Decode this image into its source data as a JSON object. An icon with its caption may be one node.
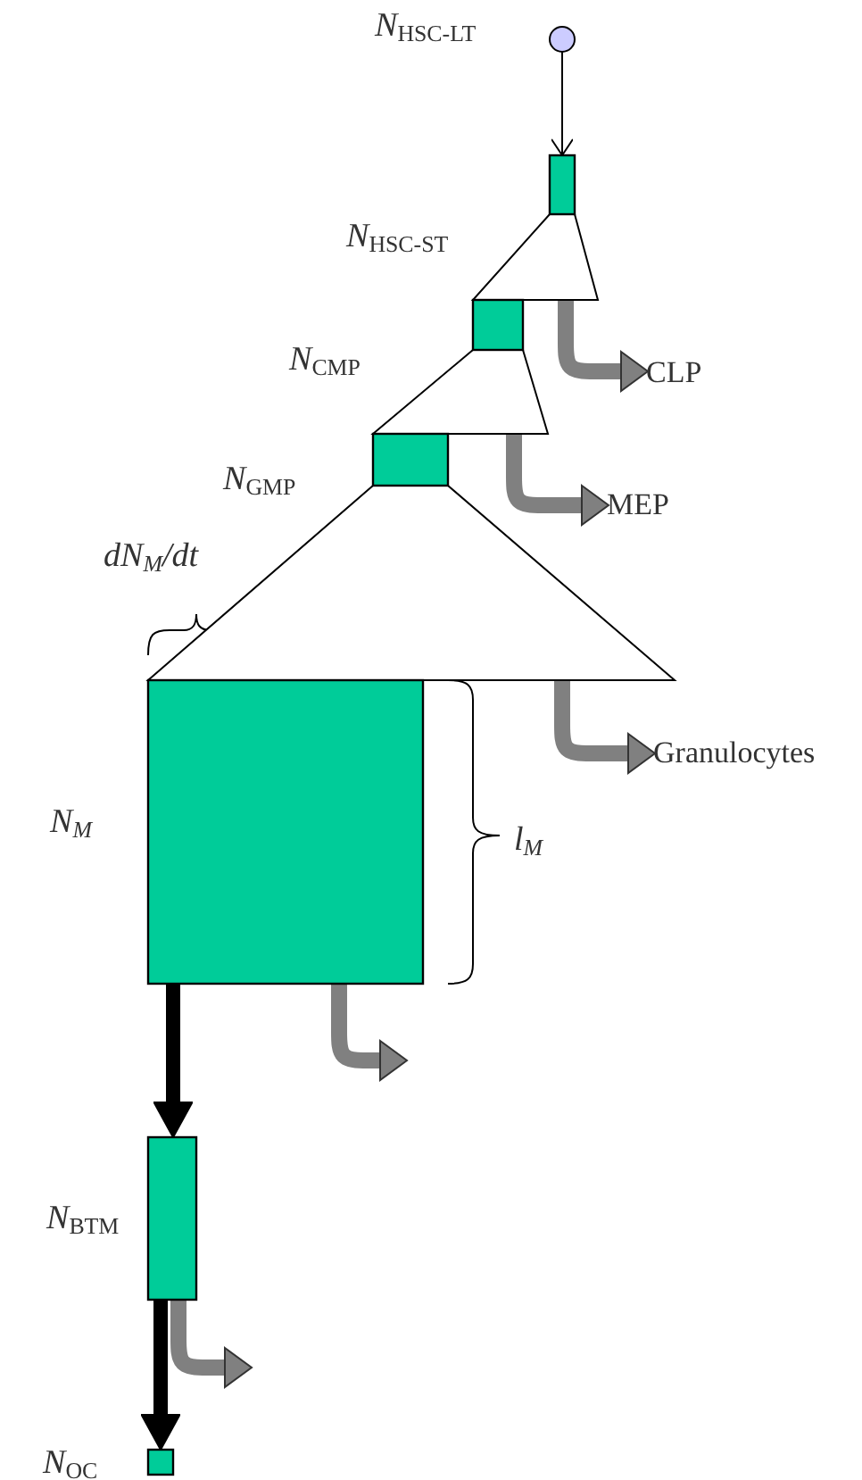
{
  "diagram": {
    "nodes": [
      {
        "text": [
          "*N*$_{HSC-LT}$"
        ]
      },
      {
        "text": [
          "*N*$_{HSC-ST}$"
        ]
      },
      {
        "text": [
          "*N*$_{CMP}$"
        ]
      },
      {
        "text": [
          "*N*$_{GMP}$"
        ]
      },
      {
        "text": [
          "N$_{M}$"
        ]
      },
      {
        "text": [
          "*N*$_{BTM}$"
        ]
      },
      {
        "text": [
          "*N*$_{OC}$"
        ]
      },
      {
        "text": [
          "CLP"
        ]
      },
      {
        "text": [
          "MEP"
        ]
      },
      {
        "text": [
          "Granulocytes"
        ]
      }
    ],
    "edges": [
      {
        "from": 0,
        "to": 1,
        "arrow": "to",
        "color": "#000000"
      },
      {
        "from": 1,
        "to": 7,
        "arrow": "to"
      },
      {
        "from": 2,
        "to": 8,
        "arrow": "to"
      },
      {
        "from": 3,
        "to": 9,
        "arrow": "to"
      },
      {
        "from": 4,
        "to": 5,
        "arrow": "to",
        "color": "#000000"
      },
      {
        "from": 4,
        "to": null,
        "arrow": "to"
      },
      {
        "from": 5,
        "to": 6,
        "arrow": "to",
        "color": "#000000"
      },
      {
        "from": 5,
        "to": null,
        "arrow": "to"
      }
    ],
    "labels": [
      "dN$_{M}$/dt",
      "l$_{M}$"
    ]
  }
}
